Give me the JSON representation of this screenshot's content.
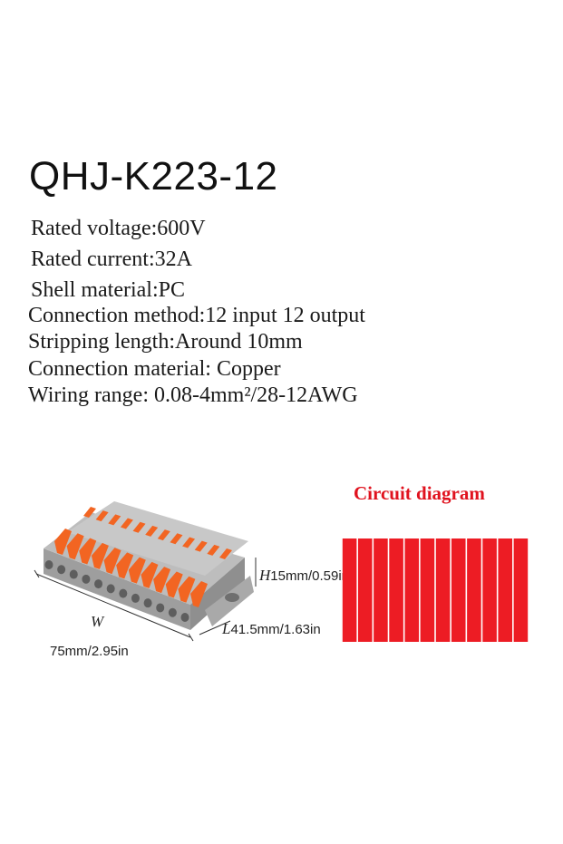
{
  "model": "QHJ-K223-12",
  "specs": [
    "Rated voltage:600V",
    "Rated current:32A",
    "Shell material:PC",
    "Connection method:12 input 12 output",
    "Stripping length:Around 10mm",
    "Connection material: Copper",
    "Wiring range: 0.08-4mm²/28-12AWG"
  ],
  "dimensions": {
    "height_letter": "H",
    "height_value": "15mm/0.59in",
    "length_letter": "L",
    "length_value": "41.5mm/1.63in",
    "width_letter": "W",
    "width_value": "75mm/2.95in"
  },
  "circuit": {
    "title": "Circuit diagram",
    "channels": 12,
    "color": "#ed1c24"
  },
  "colors": {
    "lever": "#f26522",
    "housing": "#a8a8a8",
    "circuit_title": "#e0121e"
  }
}
